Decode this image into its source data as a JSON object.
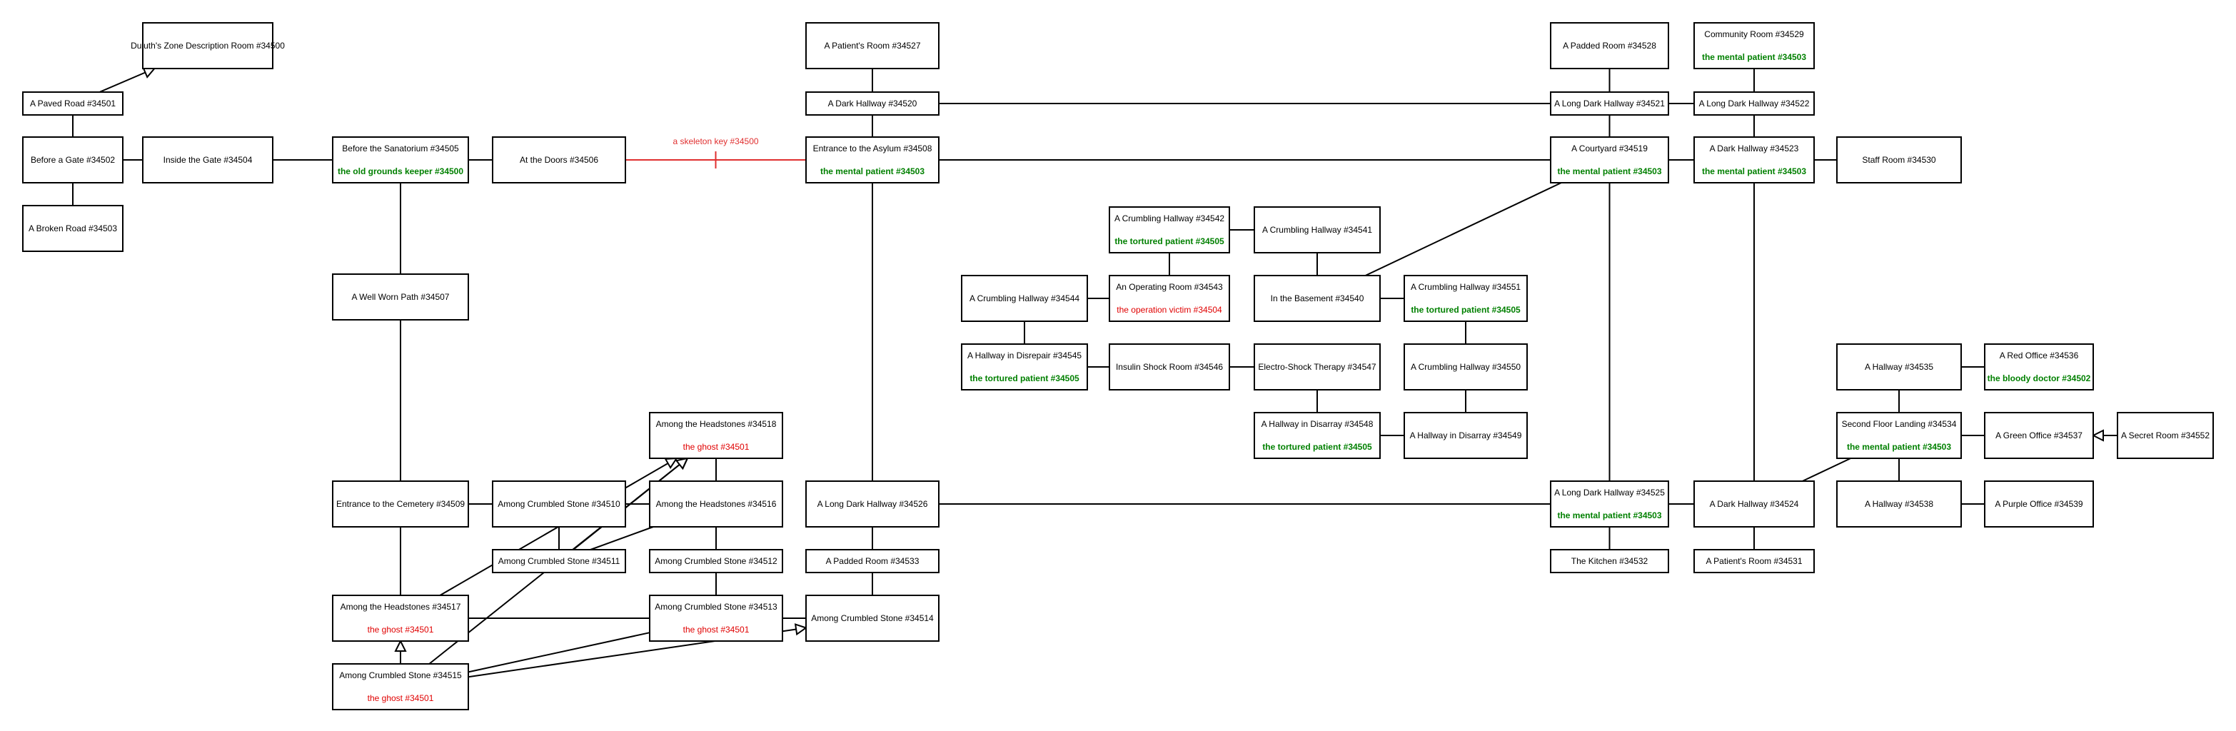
{
  "diagram": {
    "rooms": [
      {
        "id": "r34500",
        "name": "Duluth's Zone Description Room #34500"
      },
      {
        "id": "r34501",
        "name": "A Paved Road #34501"
      },
      {
        "id": "r34502",
        "name": "Before a Gate #34502"
      },
      {
        "id": "r34503",
        "name": "A Broken Road #34503"
      },
      {
        "id": "r34504",
        "name": "Inside the Gate #34504"
      },
      {
        "id": "r34505",
        "name": "Before the Sanatorium #34505",
        "mob": "the old grounds keeper #34500",
        "mob_color": "#008000"
      },
      {
        "id": "r34506",
        "name": "At the Doors #34506"
      },
      {
        "id": "r34507",
        "name": "A Well Worn Path #34507"
      },
      {
        "id": "r34508",
        "name": "Entrance to the Asylum #34508",
        "mob": "the mental patient #34503",
        "mob_color": "#008000"
      },
      {
        "id": "r34509",
        "name": "Entrance to the Cemetery #34509"
      },
      {
        "id": "r34510",
        "name": "Among Crumbled Stone #34510"
      },
      {
        "id": "r34511",
        "name": "Among Crumbled Stone #34511"
      },
      {
        "id": "r34512",
        "name": "Among Crumbled Stone #34512"
      },
      {
        "id": "r34513",
        "name": "Among Crumbled Stone #34513",
        "mob": "the ghost #34501",
        "mob_color": "#e00000"
      },
      {
        "id": "r34514",
        "name": "Among Crumbled Stone #34514"
      },
      {
        "id": "r34515",
        "name": "Among Crumbled Stone #34515",
        "mob": "the ghost #34501",
        "mob_color": "#e00000"
      },
      {
        "id": "r34516",
        "name": "Among the Headstones #34516"
      },
      {
        "id": "r34517",
        "name": "Among the Headstones #34517",
        "mob": "the ghost #34501",
        "mob_color": "#e00000"
      },
      {
        "id": "r34518",
        "name": "Among the Headstones #34518",
        "mob": "the ghost #34501",
        "mob_color": "#e00000"
      },
      {
        "id": "r34519",
        "name": "A Courtyard #34519",
        "mob": "the mental patient #34503",
        "mob_color": "#008000"
      },
      {
        "id": "r34520",
        "name": "A Dark Hallway #34520"
      },
      {
        "id": "r34521",
        "name": "A Long Dark Hallway #34521"
      },
      {
        "id": "r34522",
        "name": "A Long Dark Hallway #34522"
      },
      {
        "id": "r34523",
        "name": "A Dark Hallway #34523",
        "mob": "the mental patient #34503",
        "mob_color": "#008000"
      },
      {
        "id": "r34524",
        "name": "A Dark Hallway #34524"
      },
      {
        "id": "r34525",
        "name": "A Long Dark Hallway #34525",
        "mob": "the mental patient #34503",
        "mob_color": "#008000"
      },
      {
        "id": "r34526",
        "name": "A Long Dark Hallway #34526"
      },
      {
        "id": "r34527",
        "name": "A Patient's Room #34527"
      },
      {
        "id": "r34528",
        "name": "A Padded Room #34528"
      },
      {
        "id": "r34529",
        "name": "Community Room #34529",
        "mob": "the mental patient #34503",
        "mob_color": "#008000"
      },
      {
        "id": "r34530",
        "name": "Staff Room #34530"
      },
      {
        "id": "r34531",
        "name": "A Patient's Room #34531"
      },
      {
        "id": "r34532",
        "name": "The Kitchen #34532"
      },
      {
        "id": "r34533",
        "name": "A Padded Room #34533"
      },
      {
        "id": "r34534",
        "name": "Second Floor Landing #34534",
        "mob": "the mental patient #34503",
        "mob_color": "#008000"
      },
      {
        "id": "r34535",
        "name": "A Hallway #34535"
      },
      {
        "id": "r34536",
        "name": "A Red Office #34536",
        "mob": "the bloody doctor #34502",
        "mob_color": "#008000"
      },
      {
        "id": "r34537",
        "name": "A Green Office #34537"
      },
      {
        "id": "r34538",
        "name": "A Hallway #34538"
      },
      {
        "id": "r34539",
        "name": "A Purple Office #34539"
      },
      {
        "id": "r34540",
        "name": "In the Basement #34540"
      },
      {
        "id": "r34541",
        "name": "A Crumbling Hallway #34541"
      },
      {
        "id": "r34542",
        "name": "A Crumbling Hallway #34542",
        "mob": "the tortured patient #34505",
        "mob_color": "#008000"
      },
      {
        "id": "r34543",
        "name": "An Operating Room #34543",
        "mob": "the operation victim #34504",
        "mob_color": "#e00000"
      },
      {
        "id": "r34544",
        "name": "A Crumbling Hallway #34544"
      },
      {
        "id": "r34545",
        "name": "A Hallway in Disrepair #34545",
        "mob": "the tortured patient #34505",
        "mob_color": "#008000"
      },
      {
        "id": "r34546",
        "name": "Insulin Shock Room #34546"
      },
      {
        "id": "r34547",
        "name": "Electro-Shock Therapy #34547"
      },
      {
        "id": "r34548",
        "name": "A Hallway in Disarray #34548",
        "mob": "the tortured patient #34505",
        "mob_color": "#008000"
      },
      {
        "id": "r34549",
        "name": "A Hallway in Disarray  #34549"
      },
      {
        "id": "r34550",
        "name": "A Crumbling Hallway #34550"
      },
      {
        "id": "r34551",
        "name": "A Crumbling Hallway #34551",
        "mob": "the tortured patient #34505",
        "mob_color": "#008000"
      },
      {
        "id": "r34552",
        "name": "A Secret Room #34552"
      }
    ],
    "links": [
      {
        "from": "r34501",
        "to": "r34500",
        "one_way": true
      },
      {
        "from": "r34501",
        "to": "r34502"
      },
      {
        "from": "r34502",
        "to": "r34503"
      },
      {
        "from": "r34502",
        "to": "r34504"
      },
      {
        "from": "r34504",
        "to": "r34505"
      },
      {
        "from": "r34505",
        "to": "r34506"
      },
      {
        "from": "r34506",
        "to": "r34508",
        "locked": true,
        "label": "a skeleton key #34500"
      },
      {
        "from": "r34505",
        "to": "r34507"
      },
      {
        "from": "r34507",
        "to": "r34509"
      },
      {
        "from": "r34509",
        "to": "r34510"
      },
      {
        "from": "r34510",
        "to": "r34516"
      },
      {
        "from": "r34510",
        "to": "r34511"
      },
      {
        "from": "r34516",
        "to": "r34512"
      },
      {
        "from": "r34516",
        "to": "r34518"
      },
      {
        "from": "r34509",
        "to": "r34517"
      },
      {
        "from": "r34517",
        "to": "r34513"
      },
      {
        "from": "r34512",
        "to": "r34513"
      },
      {
        "from": "r34513",
        "to": "r34514"
      },
      {
        "from": "r34515",
        "to": "r34517",
        "one_way": true
      },
      {
        "from": "r34515",
        "to": "r34514",
        "one_way": true
      },
      {
        "from": "r34517",
        "to": "r34518",
        "one_way": true
      },
      {
        "from": "r34511",
        "to": "r34518",
        "one_way": true
      },
      {
        "from": "r34515",
        "to": "r34518",
        "one_way": true
      },
      {
        "from": "r34511",
        "to": "r34516"
      },
      {
        "from": "r34515",
        "to": "r34513"
      },
      {
        "from": "r34514",
        "to": "r34526"
      },
      {
        "from": "r34508",
        "to": "r34520"
      },
      {
        "from": "r34520",
        "to": "r34527"
      },
      {
        "from": "r34508",
        "to": "r34526"
      },
      {
        "from": "r34526",
        "to": "r34533"
      },
      {
        "from": "r34526",
        "to": "r34525"
      },
      {
        "from": "r34520",
        "to": "r34521"
      },
      {
        "from": "r34508",
        "to": "r34519"
      },
      {
        "from": "r34521",
        "to": "r34528"
      },
      {
        "from": "r34521",
        "to": "r34519"
      },
      {
        "from": "r34521",
        "to": "r34522"
      },
      {
        "from": "r34522",
        "to": "r34529"
      },
      {
        "from": "r34522",
        "to": "r34523"
      },
      {
        "from": "r34519",
        "to": "r34523"
      },
      {
        "from": "r34523",
        "to": "r34530"
      },
      {
        "from": "r34519",
        "to": "r34525"
      },
      {
        "from": "r34519",
        "to": "r34540"
      },
      {
        "from": "r34525",
        "to": "r34532"
      },
      {
        "from": "r34525",
        "to": "r34524"
      },
      {
        "from": "r34523",
        "to": "r34524"
      },
      {
        "from": "r34524",
        "to": "r34531"
      },
      {
        "from": "r34524",
        "to": "r34534"
      },
      {
        "from": "r34534",
        "to": "r34535"
      },
      {
        "from": "r34535",
        "to": "r34536"
      },
      {
        "from": "r34534",
        "to": "r34537"
      },
      {
        "from": "r34552",
        "to": "r34537",
        "one_way": true
      },
      {
        "from": "r34534",
        "to": "r34538"
      },
      {
        "from": "r34538",
        "to": "r34539"
      },
      {
        "from": "r34540",
        "to": "r34541"
      },
      {
        "from": "r34541",
        "to": "r34542"
      },
      {
        "from": "r34542",
        "to": "r34543"
      },
      {
        "from": "r34543",
        "to": "r34544"
      },
      {
        "from": "r34544",
        "to": "r34545"
      },
      {
        "from": "r34545",
        "to": "r34546"
      },
      {
        "from": "r34546",
        "to": "r34547"
      },
      {
        "from": "r34547",
        "to": "r34548"
      },
      {
        "from": "r34548",
        "to": "r34549"
      },
      {
        "from": "r34549",
        "to": "r34550"
      },
      {
        "from": "r34550",
        "to": "r34551"
      },
      {
        "from": "r34551",
        "to": "r34540"
      }
    ]
  }
}
